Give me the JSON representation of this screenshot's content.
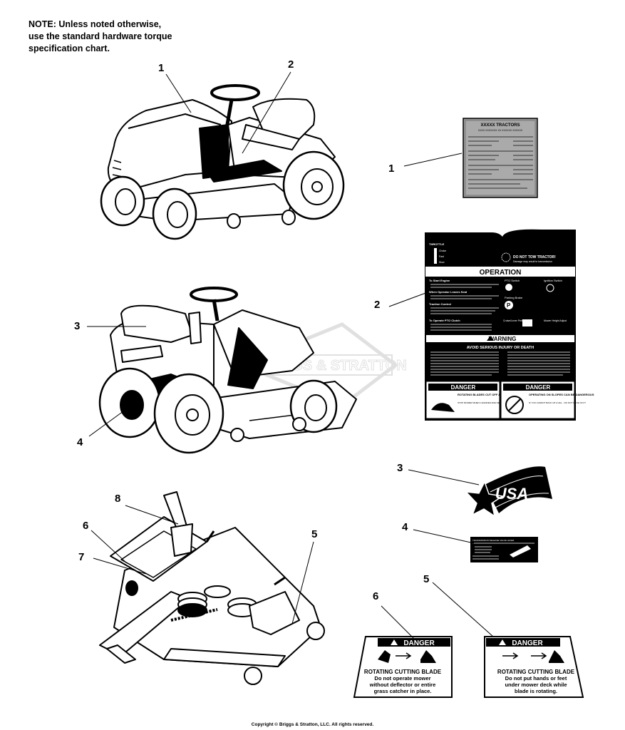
{
  "note": {
    "lines": [
      "NOTE: Unless noted otherwise,",
      "use the standard hardware torque",
      "specification chart."
    ]
  },
  "callouts": {
    "c1_left": "1",
    "c2_top": "2",
    "c3_left": "3",
    "c4_left": "4",
    "c8": "8",
    "c6_left": "6",
    "c7": "7",
    "c5_deck": "5",
    "c1_right": "1",
    "c2_right": "2",
    "c3_right": "3",
    "c4_right": "4",
    "c6_decal": "6",
    "c5_decal": "5"
  },
  "decal_spec": {
    "title": "XXXXX TRACTORS",
    "subtitle": "XXXX XXXXXXX XX XXXXXX XXXXXX"
  },
  "decal_operation": {
    "throttle": "THROTTLE",
    "choke": "Choke",
    "fast": "Fast",
    "slow": "Slow",
    "tow_warning": "DO NOT TOW TRACTOR!",
    "tow_sub": "Damage may result to transmission",
    "heading": "OPERATION",
    "to_start": "To Start Engine",
    "when_leaves": "When Operator Leaves Seat",
    "traction": "Traction Control",
    "pto": "To Operate PTO Clutch",
    "pto_switch": "PTO Switch",
    "ignition": "Ignition Switch",
    "parking": "Parking Brake",
    "cruise": "Cruise/Lever Pedal",
    "mower_height": "Mower Height Adjust",
    "warning": "WARNING",
    "avoid": "AVOID SERIOUS INJURY OR DEATH",
    "danger_left": "DANGER",
    "danger_left_text": "ROTATING BLADES CUT OFF ARMS AND LEGS",
    "danger_left_sub": "STOP MOWER WHEN CHILDREN ARE NEAR",
    "danger_right": "DANGER",
    "danger_right_text": "OPERATING ON SLOPES CAN BE DANGEROUS",
    "danger_right_sub": "IF YOU CANNOT BACK UP A HILL - DO NOT DRIVE ON IT"
  },
  "decal_usa": {
    "text": "USA"
  },
  "decal_transmission": {
    "title": "TRANSMISSION RELEASE VALVE LEVER"
  },
  "decal_6": {
    "danger": "DANGER",
    "line1": "ROTATING CUTTING BLADE",
    "line2": "Do not operate mower",
    "line3": "without deflector or entire",
    "line4": "grass catcher in place."
  },
  "decal_5": {
    "danger": "DANGER",
    "line1": "ROTATING CUTTING BLADE",
    "line2": "Do not put hands or feet",
    "line3": "under mower deck while",
    "line4": "blade is rotating."
  },
  "watermark": "BRIGGS & STRATTON",
  "copyright": "Copyright © Briggs & Stratton, LLC. All rights reserved."
}
